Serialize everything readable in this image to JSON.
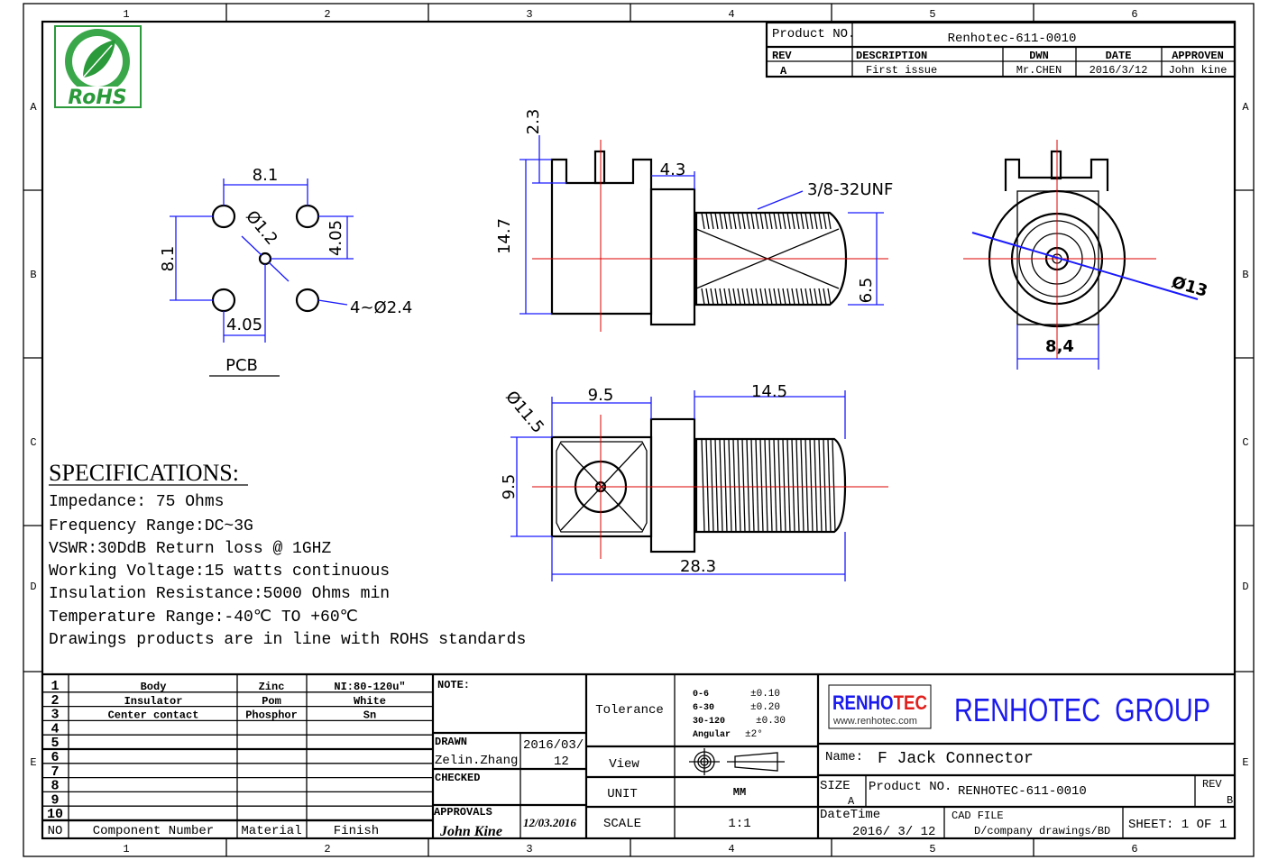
{
  "zones": {
    "columns": [
      "1",
      "2",
      "3",
      "4",
      "5",
      "6"
    ],
    "rows": [
      "A",
      "B",
      "C",
      "D",
      "E"
    ]
  },
  "revision_block": {
    "product_no_label": "Product NO.",
    "product_no": "Renhotec-611-0010",
    "headers": [
      "REV",
      "DESCRIPTION",
      "DWN",
      "DATE",
      "APPROVEN"
    ],
    "row": [
      "A",
      "First issue",
      "Mr.CHEN",
      "2016/3/12",
      "John kine"
    ]
  },
  "logo": {
    "text": "RoHS",
    "color": "#2a9a3a"
  },
  "pcb_view": {
    "title": "PCB",
    "dims": {
      "top": "8.1",
      "left": "8.1",
      "right": "4.05",
      "bottom": "4.05",
      "center_hole": "Ø1.2",
      "holes": "4~Ø2.4"
    }
  },
  "side_view": {
    "dims": {
      "top_pin": "2.3",
      "height": "14.7",
      "flange": "4.3",
      "thread": "3/8-32UNF",
      "thread_dia": "6.5"
    }
  },
  "end_view": {
    "dims": {
      "outer": "Ø13",
      "width": "8,4"
    }
  },
  "bottom_view": {
    "dims": {
      "diag": "Ø11.5",
      "body": "9.5",
      "thread_len": "14.5",
      "height": "9.5",
      "total": "28.3"
    }
  },
  "specifications": {
    "title": "SPECIFICATIONS:",
    "lines": [
      "Impedance: 75 Ohms",
      "Frequency Range:DC~3G",
      "VSWR:30DdB Return loss @ 1GHZ",
      "Working Voltage:15 watts continuous",
      "Insulation Resistance:5000 Ohms min",
      "Temperature Range:-40℃ TO +60℃",
      "Drawings products are in line with ROHS standards"
    ]
  },
  "bom": {
    "headers": [
      "NO",
      "Component Number",
      "Material",
      "Finish"
    ],
    "rows": [
      [
        "1",
        "Body",
        "Zinc",
        "NI:80-120u\""
      ],
      [
        "2",
        "Insulator",
        "Pom",
        "White"
      ],
      [
        "3",
        "Center contact",
        "Phosphor",
        "Sn"
      ],
      [
        "4",
        "",
        "",
        ""
      ],
      [
        "5",
        "",
        "",
        ""
      ],
      [
        "6",
        "",
        "",
        ""
      ],
      [
        "7",
        "",
        "",
        ""
      ],
      [
        "8",
        "",
        "",
        ""
      ],
      [
        "9",
        "",
        "",
        ""
      ],
      [
        "10",
        "",
        "",
        ""
      ]
    ]
  },
  "notes": {
    "note_label": "NOTE:",
    "drawn_label": "DRAWN",
    "drawn_by": "Zelin.Zhang",
    "drawn_date_1": "2016/03/",
    "drawn_date_2": "12",
    "checked_label": "CHECKED",
    "approvals_label": "APPROVALS",
    "approvals_signature": "John Kine",
    "approvals_date": "12/03.2016"
  },
  "tolerance": {
    "label": "Tolerance",
    "rows": [
      [
        "0-6",
        "±0.10"
      ],
      [
        "6-30",
        "±0.20"
      ],
      [
        "30-120",
        "±0.30"
      ],
      [
        "Angular",
        "±2°"
      ]
    ],
    "view_label": "View",
    "unit_label": "UNIT",
    "unit": "MM",
    "scale_label": "SCALE",
    "scale": "1:1"
  },
  "title_block": {
    "brand_logo_1": "RENHO",
    "brand_logo_2": "TEC",
    "brand_url": "www.renhotec.com",
    "group": "RENHOTEC  GROUP",
    "name_label": "Name:",
    "name": "F Jack Connector",
    "size_label": "SIZE",
    "size": "A",
    "product_no_label": "Product NO.",
    "product_no": "RENHOTEC-611-0010",
    "rev_label": "REV",
    "rev": "B",
    "datetime_label": "DateTime",
    "datetime": "2016/ 3/ 12",
    "cad_label": "CAD FILE",
    "cad_path": "D/company drawings/BD",
    "sheet": "SHEET:  1 OF 1",
    "brand_blue": "#1a1aee",
    "brand_red": "#e0201c"
  }
}
